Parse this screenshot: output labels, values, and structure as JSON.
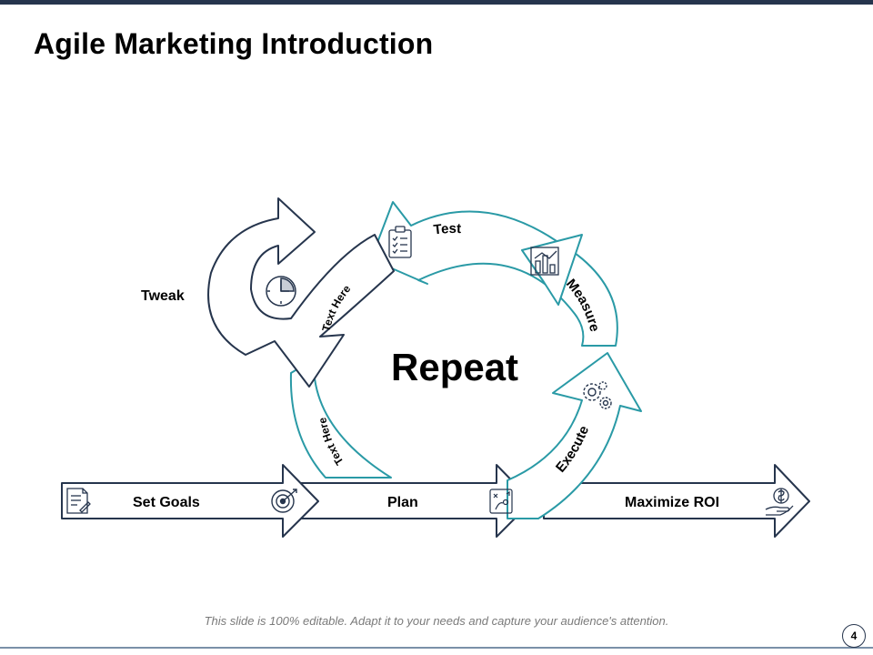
{
  "slide": {
    "title": "Agile Marketing Introduction",
    "footer": "This slide is 100% editable. Adapt it to your needs and capture your audience's attention.",
    "page_number": "4"
  },
  "diagram": {
    "center_label": "Repeat",
    "arc_labels": {
      "test": "Test",
      "measure": "Measure",
      "execute": "Execute",
      "text_top": "Text Here",
      "text_bottom": "Text Here"
    },
    "tweak_label": "Tweak",
    "flow": {
      "set_goals": "Set Goals",
      "plan": "Plan",
      "maximize": "Maximize ROI"
    }
  },
  "icons": [
    "notes-icon",
    "target-icon",
    "strategy-icon",
    "money-hand-icon",
    "clipboard-checklist-icon",
    "bar-chart-icon",
    "gears-icon",
    "clock-icon"
  ],
  "colors": {
    "navy": "#26354d",
    "teal": "#2a9aa6"
  }
}
